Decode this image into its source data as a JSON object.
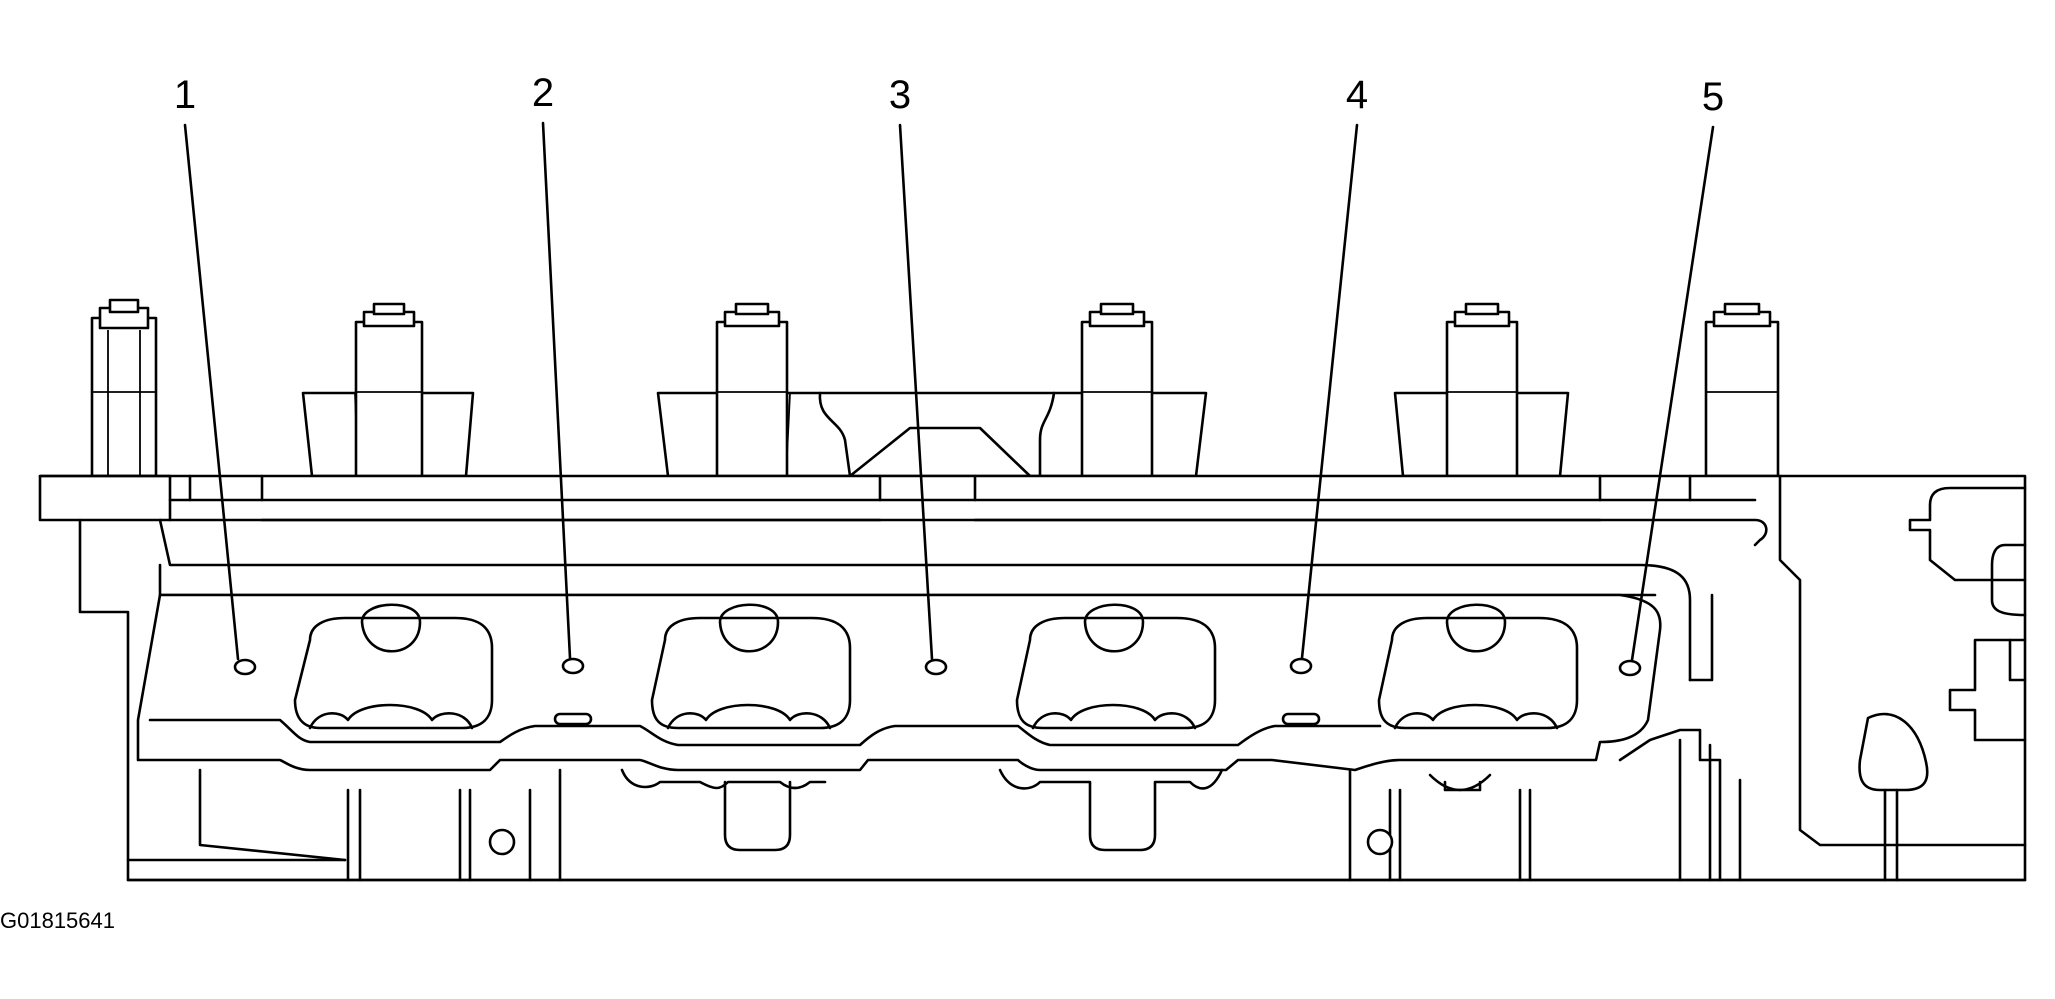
{
  "callouts": [
    {
      "label": "1"
    },
    {
      "label": "2"
    },
    {
      "label": "3"
    },
    {
      "label": "4"
    },
    {
      "label": "5"
    }
  ],
  "figure_id": "G01815641"
}
